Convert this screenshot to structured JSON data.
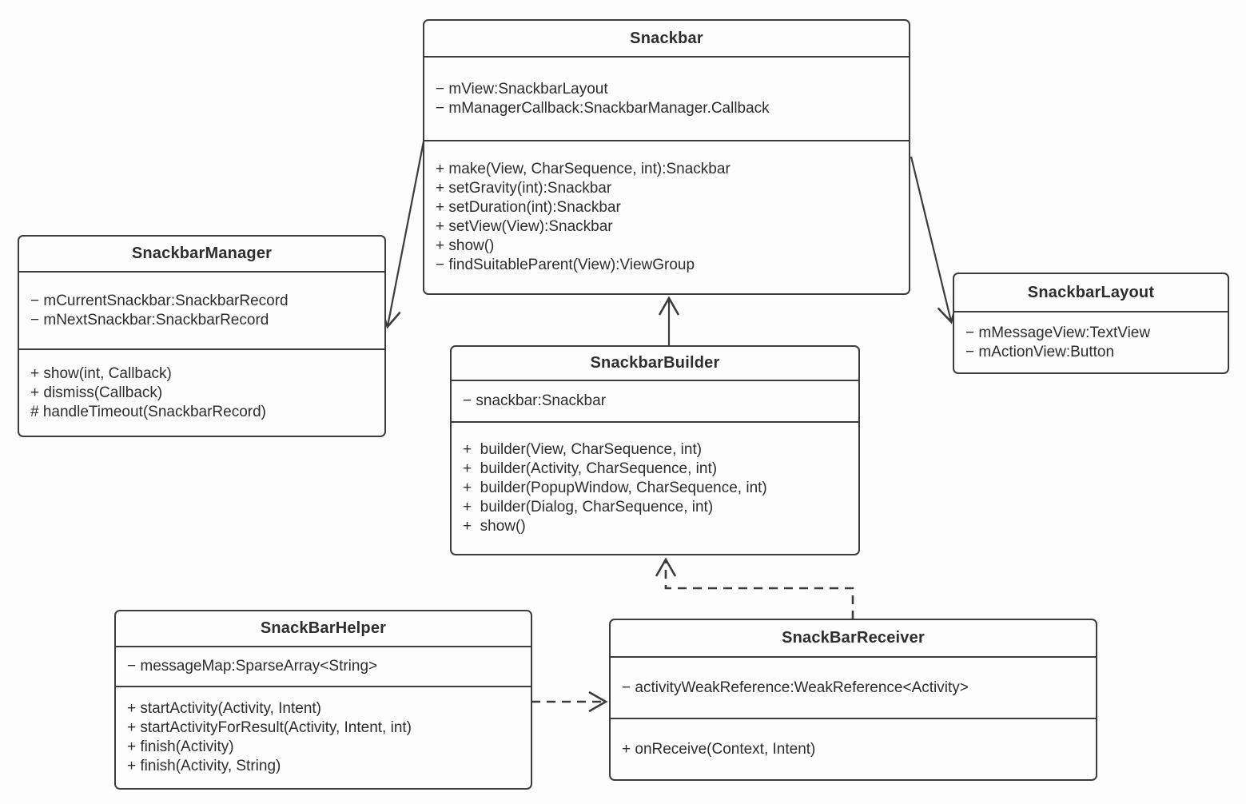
{
  "diagram": {
    "title": "Snackbar UML class diagram",
    "background_color": "#fdfdfd",
    "line_color": "#3c3c3c",
    "text_color": "#2d2d2d"
  },
  "classes": {
    "snackbar": {
      "name": "Snackbar",
      "attributes": [
        "− mView:SnackbarLayout",
        "− mManagerCallback:SnackbarManager.Callback"
      ],
      "methods": [
        "+ make(View, CharSequence, int):Snackbar",
        "+ setGravity(int):Snackbar",
        "+ setDuration(int):Snackbar",
        "+ setView(View):Snackbar",
        "+ show()",
        "− findSuitableParent(View):ViewGroup"
      ]
    },
    "snackbar_manager": {
      "name": "SnackbarManager",
      "attributes": [
        "− mCurrentSnackbar:SnackbarRecord",
        "− mNextSnackbar:SnackbarRecord"
      ],
      "methods": [
        "+ show(int, Callback)",
        "+ dismiss(Callback)",
        "# handleTimeout(SnackbarRecord)"
      ]
    },
    "snackbar_layout": {
      "name": "SnackbarLayout",
      "attributes": [
        "− mMessageView:TextView",
        "− mActionView:Button"
      ],
      "methods": []
    },
    "snackbar_builder": {
      "name": "SnackbarBuilder",
      "attributes": [
        "− snackbar:Snackbar"
      ],
      "methods": [
        "+  builder(View, CharSequence, int)",
        "+  builder(Activity, CharSequence, int)",
        "+  builder(PopupWindow, CharSequence, int)",
        "+  builder(Dialog, CharSequence, int)",
        "+  show()"
      ]
    },
    "snackbar_helper": {
      "name": "SnackBarHelper",
      "attributes": [
        "− messageMap:SparseArray<String>"
      ],
      "methods": [
        "+ startActivity(Activity, Intent)",
        "+ startActivityForResult(Activity, Intent, int)",
        "+ finish(Activity)",
        "+ finish(Activity, String)"
      ]
    },
    "snackbar_receiver": {
      "name": "SnackBarReceiver",
      "attributes": [
        "− activityWeakReference:WeakReference<Activity>"
      ],
      "methods": [
        "+ onReceive(Context, Intent)"
      ]
    }
  },
  "relationships": [
    {
      "from": "Snackbar",
      "to": "SnackbarManager",
      "type": "directed-association",
      "line": "solid"
    },
    {
      "from": "Snackbar",
      "to": "SnackbarLayout",
      "type": "directed-association",
      "line": "solid"
    },
    {
      "from": "SnackbarBuilder",
      "to": "Snackbar",
      "type": "directed-association",
      "line": "solid"
    },
    {
      "from": "SnackBarReceiver",
      "to": "SnackbarBuilder",
      "type": "dependency",
      "line": "dashed"
    },
    {
      "from": "SnackBarHelper",
      "to": "SnackBarReceiver",
      "type": "dependency",
      "line": "dashed"
    }
  ]
}
